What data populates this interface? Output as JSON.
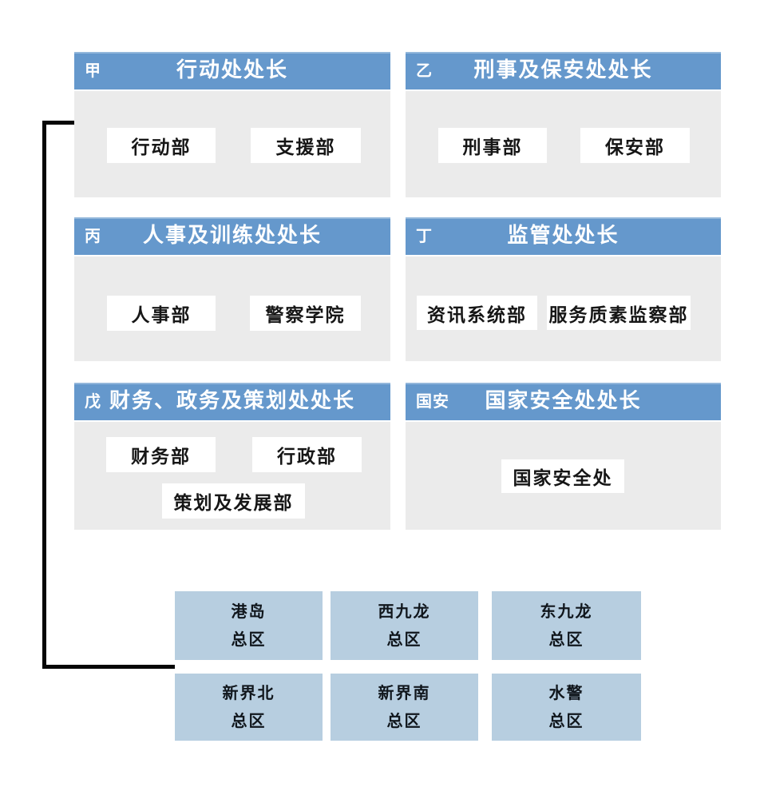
{
  "colors": {
    "dept_header_blue": "#6598CC",
    "dept_body_gray": "#EBEBEB",
    "unit_white": "#FFFFFF",
    "region_light_blue": "#B7CEE0",
    "connector_black": "#060606",
    "header_text": "#FFFFFF",
    "body_text": "#161616"
  },
  "departments": [
    {
      "label": "甲",
      "title": "行动处处长",
      "units": [
        "行动部",
        "支援部"
      ]
    },
    {
      "label": "乙",
      "title": "刑事及保安处处长",
      "units": [
        "刑事部",
        "保安部"
      ]
    },
    {
      "label": "丙",
      "title": "人事及训练处处长",
      "units": [
        "人事部",
        "警察学院"
      ]
    },
    {
      "label": "丁",
      "title": "监管处处长",
      "units": [
        "资讯系统部",
        "服务质素监察部"
      ]
    },
    {
      "label": "戊",
      "title": "财务、政务及策划处处长",
      "units": [
        "财务部",
        "行政部",
        "策划及发展部"
      ]
    },
    {
      "label": "国安",
      "title": "国家安全处处长",
      "units": [
        "国家安全处"
      ]
    }
  ],
  "regions": [
    {
      "line1": "港岛",
      "line2": "总区"
    },
    {
      "line1": "西九龙",
      "line2": "总区"
    },
    {
      "line1": "东九龙",
      "line2": "总区"
    },
    {
      "line1": "新界北",
      "line2": "总区"
    },
    {
      "line1": "新界南",
      "line2": "总区"
    },
    {
      "line1": "水警",
      "line2": "总区"
    }
  ]
}
